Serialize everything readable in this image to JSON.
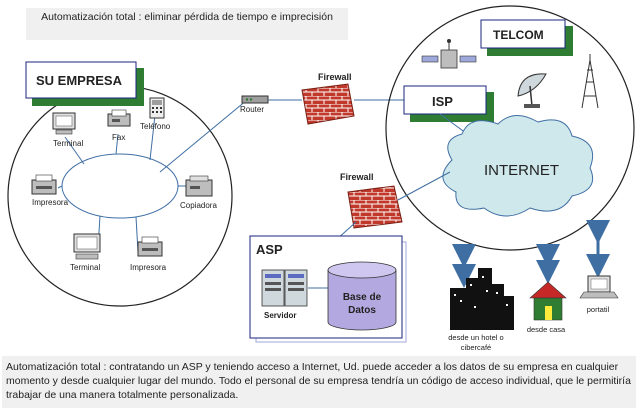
{
  "captions": {
    "top": "Automatización total : eliminar pérdida de tiempo e imprecisión",
    "bottom": "Automatización total : contratando un  ASP y teniendo acceso a Internet, Ud. puede acceder a los datos de su empresa en cualquier  momento y desde cualquier lugar del mundo. Todo el personal de su empresa tendría un código de acceso individual, que le permitiría trabajar de una manera totalmente personalizada."
  },
  "empresa": {
    "title": "SU EMPRESA",
    "devices": {
      "terminal_top": "Terminal",
      "fax": "Fax",
      "telefono": "Teléfono",
      "impresora_left": "Impresora",
      "copiadora": "Copiadora",
      "terminal_bottom": "Terminal",
      "impresora_bottom": "Impresora"
    }
  },
  "router_label": "Router",
  "firewall_top_label": "Firewall",
  "firewall_mid_label": "Firewall",
  "telcom": {
    "title": "TELCOM",
    "isp_label": "ISP",
    "internet_label": "INTERNET"
  },
  "asp": {
    "title": "ASP",
    "servidor_label": "Servidor",
    "db_label_line1": "Base de",
    "db_label_line2": "Datos"
  },
  "remote": {
    "hotel_line1": "desde un hotel o",
    "hotel_line2": "cibercafé",
    "casa": "desde casa",
    "portatil": "portatil"
  },
  "colors": {
    "shadow_green": "#2e7d32",
    "box_border": "#1a237e",
    "cloud_fill": "#cfe8ec",
    "db_fill": "#b3a9e0",
    "brick": "#c0392b",
    "house_roof": "#c62828",
    "house_body": "#2e7d32",
    "arrow": "#3f6ea3"
  },
  "icons": [
    "computer-icon",
    "fax-icon",
    "phone-icon",
    "printer-icon",
    "copier-icon",
    "router-icon",
    "firewall-icon",
    "satellite-icon",
    "dish-icon",
    "antenna-icon",
    "server-icon",
    "database-icon",
    "skyline-icon",
    "house-icon",
    "laptop-icon"
  ]
}
